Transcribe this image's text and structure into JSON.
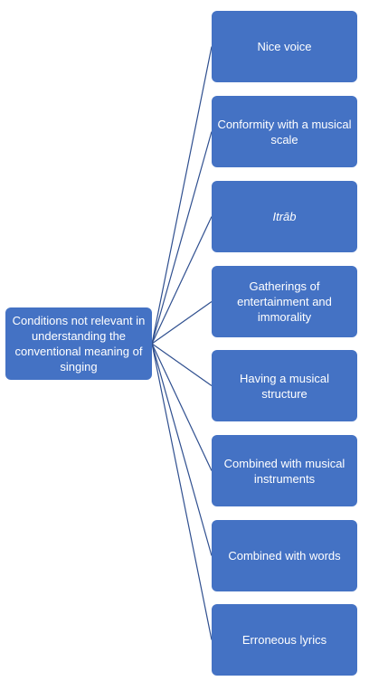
{
  "diagram": {
    "root": {
      "label": "Conditions not relevant in understanding the conventional meaning of singing"
    },
    "branches": [
      {
        "label": "Nice voice"
      },
      {
        "label": "Conformity with a musical scale"
      },
      {
        "label": "Itrāb",
        "italic": true
      },
      {
        "label": "Gatherings of entertainment and immorality"
      },
      {
        "label": "Having a musical structure"
      },
      {
        "label": "Combined with musical instruments"
      },
      {
        "label": "Combined with words"
      },
      {
        "label": "Erroneous lyrics"
      }
    ],
    "colors": {
      "node_fill": "#4472c4",
      "node_text": "#ffffff",
      "connector": "#2f4f8f"
    }
  }
}
